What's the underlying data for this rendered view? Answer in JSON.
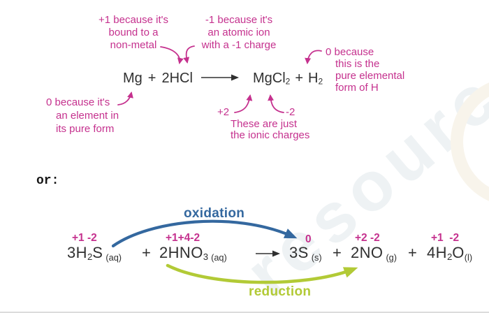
{
  "colors": {
    "pink": "#c5318e",
    "ink": "#303030",
    "blue": "#34689f",
    "green": "#b2ca36",
    "wm": "#eef2f4",
    "wm2": "#f8f4eb"
  },
  "watermark": "resources",
  "or_label": "or:",
  "top": {
    "annotations": {
      "h_plus1": "+1 because it's\nbound to a\nnon-metal",
      "cl_minus1": "-1 because it's\nan atomic ion\nwith a -1 charge",
      "h2_zero": "0 because\nthis is the\npure elemental\nform of H",
      "mg_zero": "0 because it's\nan element in\nits pure form",
      "plus2": "+2",
      "minus2": "-2",
      "ionic": "These are just\nthe ionic charges"
    },
    "equation": {
      "mg": "Mg",
      "plus": "+",
      "hcl": "2HCl",
      "mgcl": "MgCl",
      "mgcl_sub": "2",
      "h": "H",
      "h_sub": "2"
    }
  },
  "bottom": {
    "labels": {
      "oxidation": "oxidation",
      "reduction": "reduction"
    },
    "ox_numbers": {
      "h2s": "+1 -2",
      "hno3": "+1+4-2",
      "s": "0",
      "no": "+2 -2",
      "h2o": "+1  -2"
    },
    "equation": {
      "plus": "+",
      "t1": "3H",
      "t1_sub": "2",
      "t1_b": "S",
      "t1_state": "(aq)",
      "t2": "2HNO",
      "t2_sub": "3",
      "t2_state": "(aq)",
      "t3": "3S",
      "t3_state": "(s)",
      "t4": "2NO",
      "t4_state": "(g)",
      "t5": "4H",
      "t5_sub": "2",
      "t5_b": "O",
      "t5_state": "(l)"
    }
  }
}
